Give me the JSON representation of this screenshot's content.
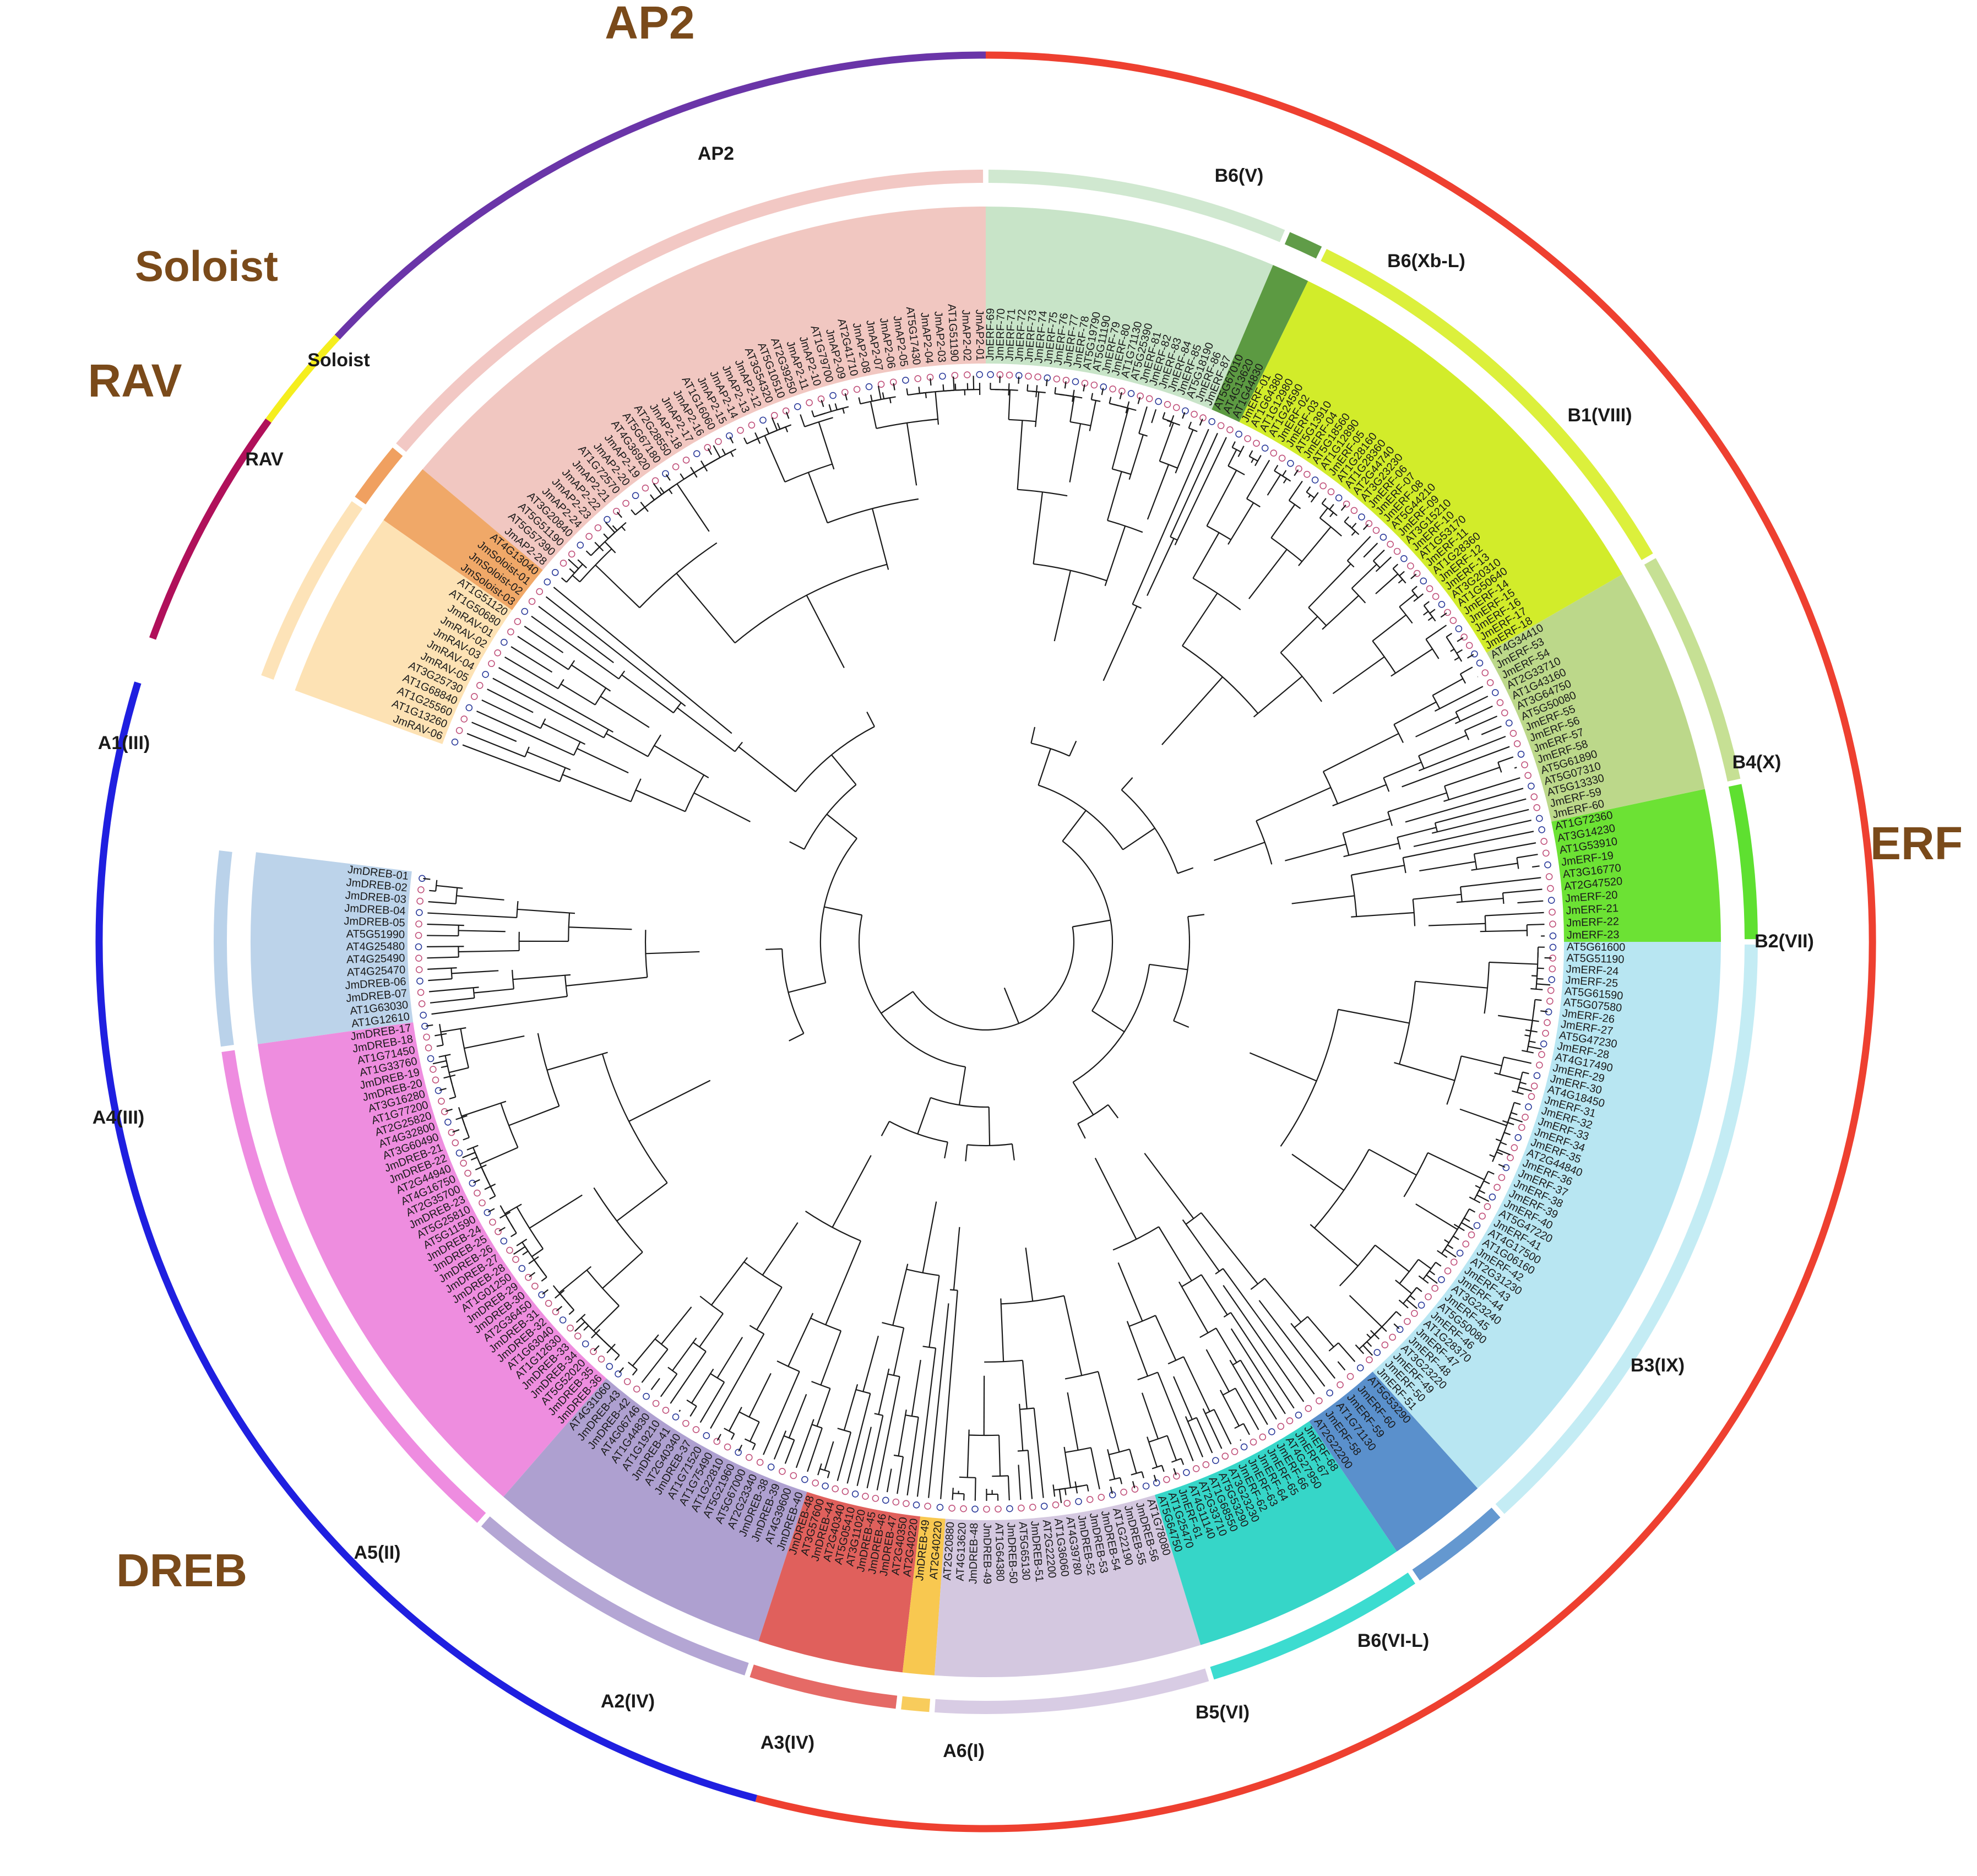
{
  "families": [
    {
      "name": "AP2",
      "color": "#6a35a8",
      "text_color": "#7a4a1a"
    },
    {
      "name": "Soloist",
      "color": "#f5ee1e",
      "text_color": "#7a4a1a"
    },
    {
      "name": "RAV",
      "color": "#b0105a",
      "text_color": "#7a4a1a"
    },
    {
      "name": "ERF",
      "color": "#ee4030",
      "text_color": "#7a4a1a"
    },
    {
      "name": "DREB",
      "color": "#1f1fe0",
      "text_color": "#7a4a1a"
    }
  ],
  "subgroups": [
    {
      "name": "AP2",
      "color": "#f2c8c4",
      "fill": "#f1c7c1",
      "leaves": [
        "JmAP2-28",
        "AT5G57390",
        "AT5G51190",
        "AT3G20840",
        "JmAP2-24",
        "JmAP2-23",
        "JmAP2-22",
        "JmAP2-21",
        "AT1G72570",
        "JmAP2-20",
        "JmAP2-19",
        "AT4G36920",
        "AT5G67180",
        "AT2G28550",
        "JmAP2-18",
        "JmAP2-17",
        "JmAP2-16",
        "AT1G16060",
        "JmAP2-15",
        "JmAP2-14",
        "JmAP2-13",
        "JmAP2-12",
        "AT3G54320",
        "AT5G10510",
        "AT2G39250",
        "JmAP2-11",
        "JmAP2-10",
        "AT1G79700",
        "JmAP2-09",
        "AT2G41710",
        "JmAP2-08",
        "JmAP2-07",
        "JmAP2-06",
        "JmAP2-05",
        "AT5G17430",
        "JmAP2-04",
        "JmAP2-03",
        "AT1G51190",
        "JmAP2-02",
        "JmAP2-01"
      ]
    },
    {
      "name": "Soloist",
      "color": "#f0a060",
      "fill": "#f0a868",
      "leaves": [
        "JmSoloist-03",
        "JmSoloist-02",
        "JmSoloist-01",
        "AT4G13040"
      ]
    },
    {
      "name": "RAV",
      "color": "#fde3b8",
      "fill": "#fde2b4",
      "leaves": [
        "JmRAV-06",
        "AT1G13260",
        "AT1G25560",
        "AT1G68840",
        "AT3G25730",
        "JmRAV-05",
        "JmRAV-04",
        "JmRAV-03",
        "JmRAV-02",
        "JmRAV-01",
        "AT1G50680",
        "AT1G51120"
      ]
    },
    {
      "name": "A1(III)",
      "color": "#bad2ea",
      "fill": "#bcd3ea",
      "leaves": [
        "AT1G12610",
        "AT1G63030",
        "JmDREB-07",
        "JmDREB-06",
        "AT4G25470",
        "AT4G25490",
        "AT4G25480",
        "AT5G51990",
        "JmDREB-05",
        "JmDREB-04",
        "JmDREB-03",
        "JmDREB-02",
        "JmDREB-01"
      ]
    },
    {
      "name": "A4(III)",
      "color": "#ee8ce0",
      "fill": "#ee8ddf",
      "leaves": [
        "JmDREB-36",
        "JmDREB-35",
        "AT5G52020",
        "JmDREB-34",
        "JmDREB-33",
        "AT1G12630",
        "AT1G63040",
        "JmDREB-32",
        "JmDREB-31",
        "AT2G36450",
        "JmDREB-30",
        "JmDREB-29",
        "AT1G01250",
        "JmDREB-28",
        "JmDREB-27",
        "JmDREB-26",
        "JmDREB-25",
        "JmDREB-24",
        "AT5G11590",
        "AT5G25810",
        "JmDREB-23",
        "AT2G35700",
        "AT4G16750",
        "AT2G44940",
        "JmDREB-22",
        "JmDREB-21",
        "AT3G60490",
        "AT4G32800",
        "AT2G25820",
        "AT1G77200",
        "AT3G16280",
        "JmDREB-20",
        "JmDREB-19",
        "AT1G33760",
        "AT1G71450",
        "JmDREB-18",
        "JmDREB-17"
      ]
    },
    {
      "name": "A5(II)",
      "color": "#b4a6d4",
      "fill": "#aea0d0",
      "leaves": [
        "JmDREB-40",
        "AT4G39600",
        "JmDREB-39",
        "JmDREB-38",
        "AT2G23340",
        "AT5G67000",
        "AT5G21960",
        "AT1G22810",
        "AT1G75490",
        "AT1G71520",
        "JmDREB-37",
        "AT2G40340",
        "JmDREB-41",
        "AT1G19210",
        "AT1G44830",
        "AT4G06746",
        "JmDREB-42",
        "JmDREB-43",
        "AT4G31060"
      ]
    },
    {
      "name": "A2(IV)",
      "color": "#e56a66",
      "fill": "#e0605c",
      "leaves": [
        "AT2G40220",
        "AT2G40350",
        "JmDREB-47",
        "JmDREB-46",
        "JmDREB-45",
        "AT3G11020",
        "AT5G05410",
        "AT2G40340",
        "JmDREB-44",
        "AT3G57600",
        "JmDREB-48"
      ]
    },
    {
      "name": "A3(IV)",
      "color": "#f8cc5c",
      "fill": "#f8c850",
      "leaves": [
        "AT2G40220",
        "JmDREB-49"
      ]
    },
    {
      "name": "A6(I)",
      "color": "#d8cce4",
      "fill": "#d4c8e0",
      "leaves": [
        "AT1G78080",
        "JmDREB-56",
        "JmDREB-55",
        "AT1G22190",
        "JmDREB-54",
        "JmDREB-53",
        "JmDREB-52",
        "AT4G39780",
        "AT1G36060",
        "AT2G22200",
        "JmDREB-51",
        "AT5G65130",
        "JmDREB-50",
        "AT1G64380",
        "JmDREB-49",
        "JmDREB-48",
        "AT4G13620",
        "AT2G20880"
      ]
    },
    {
      "name": "B5(VI)",
      "color": "#3cdcd0",
      "fill": "#36d6c8",
      "leaves": [
        "JmERF-68",
        "JmERF-67",
        "AT4G27950",
        "JmERF-66",
        "JmERF-65",
        "JmERF-64",
        "JmERF-63",
        "JmERF-62",
        "AT3G23230",
        "AT5G53290",
        "AT1G68550",
        "AT2G33710",
        "AT4G11140",
        "JmERF-61",
        "AT1G25470",
        "AT5G64750"
      ]
    },
    {
      "name": "B6(VI-L)",
      "color": "#6498d0",
      "fill": "#5a90cc",
      "leaves": [
        "AT5G53290",
        "JmERF-60",
        "JmERF-59",
        "AT1G71130",
        "JmERF-58",
        "AT2G22200"
      ]
    },
    {
      "name": "B3(IX)",
      "color": "#c4ecf4",
      "fill": "#b8e6f2",
      "leaves": [
        "AT5G61600",
        "AT5G51190",
        "JmERF-24",
        "JmERF-25",
        "AT5G61590",
        "AT5G07580",
        "JmERF-26",
        "JmERF-27",
        "AT5G47230",
        "JmERF-28",
        "AT4G17490",
        "JmERF-29",
        "JmERF-30",
        "AT4G18450",
        "JmERF-31",
        "JmERF-32",
        "JmERF-33",
        "JmERF-34",
        "JmERF-35",
        "AT2G44840",
        "JmERF-36",
        "JmERF-37",
        "JmERF-38",
        "JmERF-39",
        "JmERF-40",
        "AT5G47220",
        "JmERF-41",
        "AT4G17500",
        "AT1G06160",
        "JmERF-42",
        "AT2G31230",
        "JmERF-43",
        "JmERF-44",
        "AT3G23240",
        "JmERF-45",
        "AT5G50080",
        "JmERF-46",
        "AT1G28370",
        "JmERF-47",
        "JmERF-48",
        "AT3G23220",
        "JmERF-49",
        "JmERF-50",
        "JmERF-51"
      ]
    },
    {
      "name": "B2(VII)",
      "color": "#5ee030",
      "fill": "#6ce234",
      "leaves": [
        "AT1G72360",
        "AT3G14230",
        "AT1G53910",
        "JmERF-19",
        "AT3G16770",
        "AT2G47520",
        "JmERF-20",
        "JmERF-21",
        "JmERF-22",
        "JmERF-23"
      ]
    },
    {
      "name": "B4(X)",
      "color": "#c6e094",
      "fill": "#bcd88a",
      "leaves": [
        "AT4G34410",
        "JmERF-53",
        "JmERF-54",
        "AT2G33710",
        "AT1G43160",
        "AT3G64750",
        "AT5G50080",
        "JmERF-55",
        "JmERF-56",
        "JmERF-57",
        "JmERF-58",
        "AT5G61890",
        "AT5G07310",
        "AT5G13330",
        "JmERF-59",
        "JmERF-60"
      ]
    },
    {
      "name": "B1(VIII)",
      "color": "#dcf03c",
      "fill": "#d2ec2a",
      "leaves": [
        "JmERF-01",
        "AT1G64380",
        "AT1G12980",
        "AT1G24590",
        "JmERF-02",
        "JmERF-03",
        "AT5G13910",
        "JmERF-04",
        "AT5G18560",
        "AT1G12890",
        "JmERF-05",
        "AT1G28160",
        "AT1G28360",
        "AT2G44740",
        "AT3G23230",
        "JmERF-06",
        "JmERF-07",
        "JmERF-08",
        "AT5G44210",
        "JmERF-09",
        "AT3G15210",
        "JmERF-10",
        "AT1G53170",
        "JmERF-11",
        "AT1G28360",
        "JmERF-12",
        "JmERF-13",
        "AT3G20310",
        "AT1G50640",
        "JmERF-14",
        "JmERF-15",
        "JmERF-16",
        "JmERF-17",
        "JmERF-18"
      ]
    },
    {
      "name": "B6(Xb-L)",
      "color": "#609c48",
      "fill": "#5c9a42",
      "leaves": [
        "AT5G67010",
        "AT4G13620",
        "AT1G44830"
      ]
    },
    {
      "name": "B6(V)",
      "color": "#d0e8d0",
      "fill": "#c8e4c8",
      "leaves": [
        "JmERF-69",
        "JmERF-70",
        "JmERF-71",
        "JmERF-72",
        "JmERF-73",
        "JmERF-74",
        "JmERF-75",
        "JmERF-76",
        "JmERF-77",
        "JmERF-78",
        "AT5G19790",
        "AT5G11190",
        "JmERF-79",
        "JmERF-80",
        "AT1G71130",
        "AT5G25390",
        "JmERF-81",
        "JmERF-82",
        "JmERF-83",
        "JmERF-84",
        "JmERF-85",
        "AT5G18190",
        "JmERF-86",
        "JmERF-87"
      ]
    }
  ]
}
